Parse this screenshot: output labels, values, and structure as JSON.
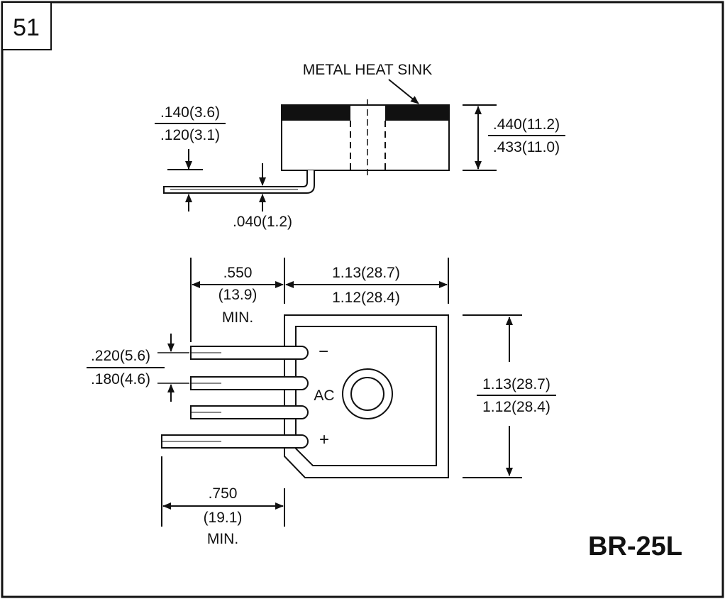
{
  "page_number": "51",
  "part_number": "BR-25L",
  "side_view": {
    "callout": "METAL HEAT SINK",
    "thickness_max": ".140(3.6)",
    "thickness_min": ".120(3.1)",
    "lead_thickness": ".040(1.2)",
    "height_max": ".440(11.2)",
    "height_min": ".433(11.0)"
  },
  "top_view": {
    "lead_length_inch": ".550",
    "lead_length_mm": "(13.9)",
    "lead_length_note": "MIN.",
    "body_width_max": "1.13(28.7)",
    "body_width_min": "1.12(28.4)",
    "pitch_max": ".220(5.6)",
    "pitch_min": ".180(4.6)",
    "body_height_max": "1.13(28.7)",
    "body_height_min": "1.12(28.4)",
    "lead_span_inch": ".750",
    "lead_span_mm": "(19.1)",
    "lead_span_note": "MIN.",
    "pin_minus": "−",
    "pin_ac": "AC",
    "pin_plus": "+"
  }
}
